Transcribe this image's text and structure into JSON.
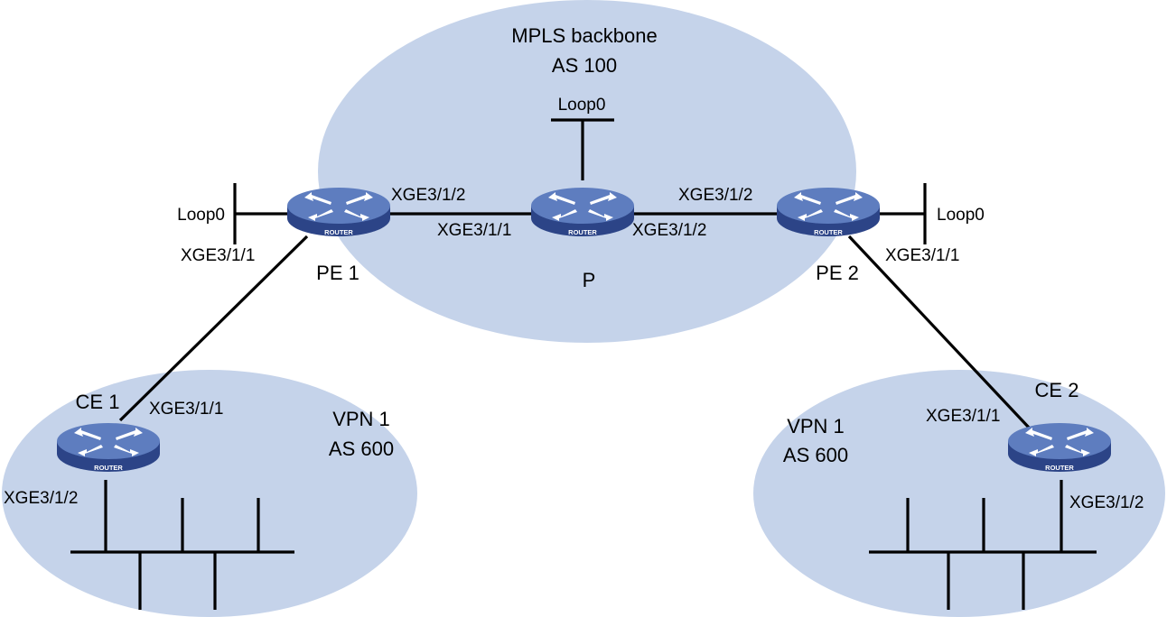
{
  "regions": {
    "backbone": {
      "title": "MPLS backbone",
      "as": "AS 100"
    },
    "vpn_left": {
      "title": "VPN 1",
      "as": "AS 600"
    },
    "vpn_right": {
      "title": "VPN 1",
      "as": "AS 600"
    }
  },
  "devices": {
    "pe1": {
      "name": "PE 1",
      "badge": "ROUTER"
    },
    "p": {
      "name": "P",
      "badge": "ROUTER"
    },
    "pe2": {
      "name": "PE 2",
      "badge": "ROUTER"
    },
    "ce1": {
      "name": "CE 1",
      "badge": "ROUTER"
    },
    "ce2": {
      "name": "CE 2",
      "badge": "ROUTER"
    }
  },
  "interfaces": {
    "pe1_loop": "Loop0",
    "pe1_to_ce1": "XGE3/1/1",
    "pe1_to_p": "XGE3/1/2",
    "p_loop": "Loop0",
    "p_to_pe1": "XGE3/1/1",
    "p_to_pe2": "XGE3/1/2",
    "pe2_to_p": "XGE3/1/2",
    "pe2_loop": "Loop0",
    "pe2_to_ce2": "XGE3/1/1",
    "ce1_to_pe1": "XGE3/1/1",
    "ce1_lan": "XGE3/1/2",
    "ce2_to_pe2": "XGE3/1/1",
    "ce2_lan": "XGE3/1/2"
  },
  "colors": {
    "region_fill": "#c5d3ea",
    "router_top": "#5e7dbf",
    "router_side": "#2c4487",
    "router_arrows": "#ffffff",
    "wire": "#000000"
  },
  "icons": {
    "router": "router-icon"
  }
}
